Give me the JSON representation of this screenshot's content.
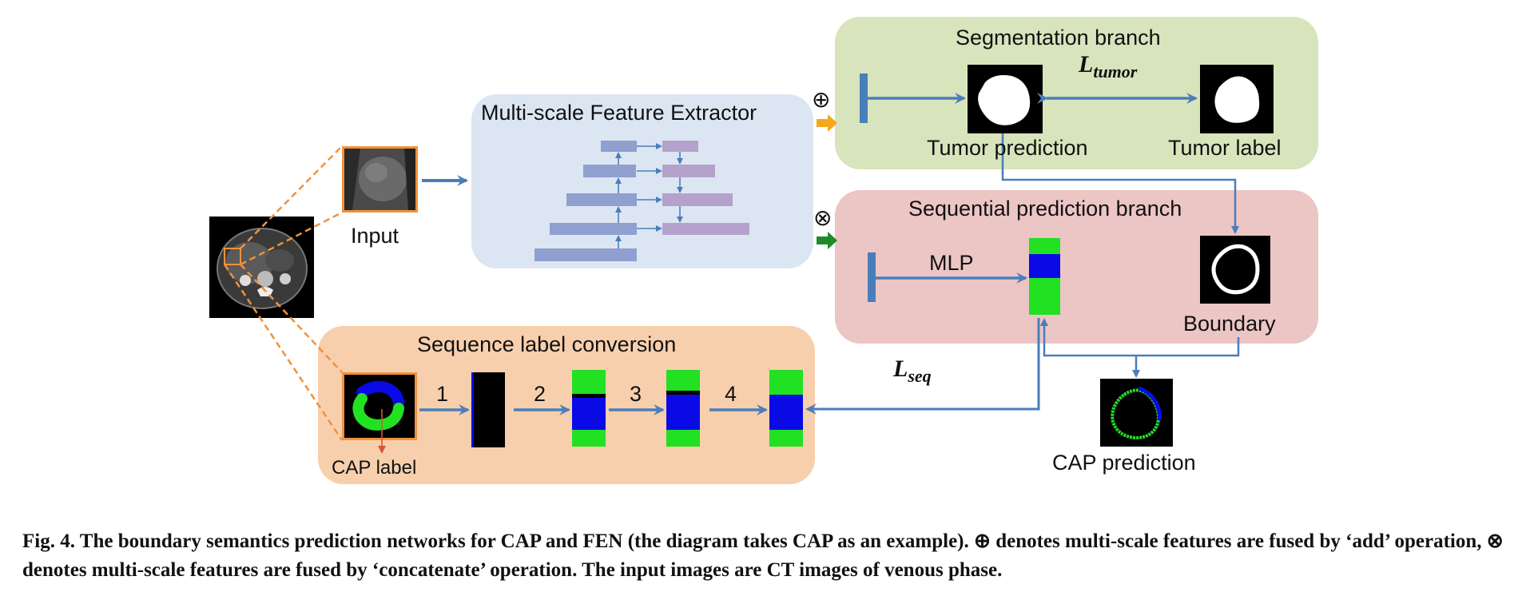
{
  "colors": {
    "arrow": "#4a7ebb",
    "segmentation_panel": "#d8e4bc",
    "sequential_panel": "#ecc5c5",
    "sequence_panel": "#f8cfad",
    "extractor_panel": "#dce6f2",
    "orange_dashed": "#f0913c",
    "green": "#22e022",
    "blue": "#0a0ae6",
    "add_arrow": "#f5a81c",
    "concat_arrow": "#1f8a2a",
    "encoder_block": "#8f9fd0",
    "decoder_block": "#b4a2cc"
  },
  "labels": {
    "input": "Input",
    "extractor_title": "Multi-scale Feature Extractor",
    "seg_title": "Segmentation branch",
    "loss_tumor": "L",
    "loss_tumor_sub": "tumor",
    "tumor_prediction": "Tumor prediction",
    "tumor_label": "Tumor label",
    "seq_title": "Sequential prediction branch",
    "mlp": "MLP",
    "boundary": "Boundary",
    "conv_title": "Sequence label conversion",
    "cap_label": "CAP label",
    "step1": "1",
    "step2": "2",
    "step3": "3",
    "step4": "4",
    "loss_seq": "L",
    "loss_seq_sub": "seq",
    "cap_prediction": "CAP prediction",
    "add_symbol": "⊕",
    "concat_symbol": "⊗"
  },
  "caption": "Fig. 4. The boundary semantics prediction networks for CAP and FEN (the diagram takes CAP as an example). ⊕ denotes multi-scale features are fused by ‘add’ operation, ⊗ denotes multi-scale features are fused by ‘concatenate’ operation. The input images are CT images of venous phase."
}
